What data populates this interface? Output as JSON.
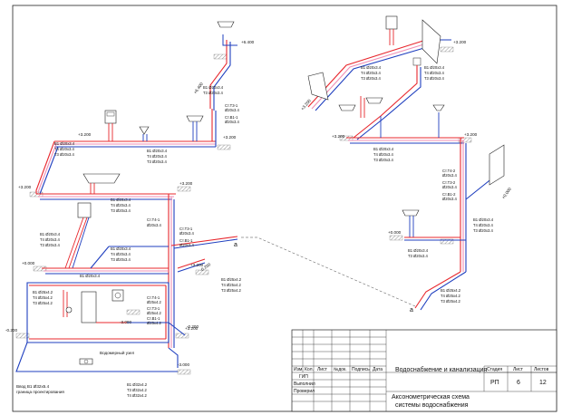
{
  "colors": {
    "cold_water": "#1f3fbf",
    "hot_water": "#e8282e",
    "recirc": "#f08fb4",
    "frame": "#222222",
    "hatch": "#888888"
  },
  "elevations": {
    "e1": "+6.400",
    "e2": "+6.400",
    "e3": "+3.200",
    "e4": "+3.200",
    "e5": "+3.200",
    "e6": "+3.200",
    "e7": "+3.200",
    "e8": "+0.000",
    "e9": "-0.200",
    "e10": "-3.000",
    "e11": "-0.200",
    "e12": "-3.000",
    "e13": "+3.200",
    "e14": "+3.200",
    "e15": "+3.200",
    "e16": "+3.200",
    "e17": "+3.200",
    "e18": "+0.000",
    "e19": "+0.000",
    "e20": "-0.200"
  },
  "pipe_labels": {
    "l1": [
      "Ст.Т3-1",
      "Ø20х3.4",
      "Ст.В1-1",
      "Ø20х3.4"
    ],
    "l2": [
      "В1 Ø20х3.4",
      "Т3 Ø20х3.4"
    ],
    "l3": [
      "В1 Ø20х3.4",
      "Т4 Ø20х3.4",
      "Т3 Ø20х3.4"
    ],
    "l4": [
      "В1 Ø20х3.4",
      "Т4 Ø20х3.4",
      "Т3 Ø20х3.4"
    ],
    "l5": [
      "В1 Ø20х3.4",
      "Т4 Ø20х3.4",
      "Т3 Ø20х3.4"
    ],
    "l6": [
      "Ст.Т4-1",
      "Ø20х3.4"
    ],
    "l7": [
      "Ст.Т3-1",
      "Ø20х3.4",
      "Ст.В1-1",
      "Ø20х3.4"
    ],
    "l8": [
      "В1 Ø20х3.4",
      "Т4 Ø20х3.4",
      "Т3 Ø20х3.4"
    ],
    "l9": [
      "В1 Ø20х3.4",
      "Т4 Ø20х3.4",
      "Т3 Ø20х3.4"
    ],
    "l10": [
      "В1 Ø20х3.4"
    ],
    "l11": [
      "В1 Ø25х4.2",
      "Т4 Ø25х4.2",
      "Т3 Ø25х4.2"
    ],
    "l12": [
      "В1 Ø25х4.2",
      "Т4 Ø25х4.2",
      "Т3 Ø25х4.2"
    ],
    "l13": [
      "Ст.Т4-1",
      "Ø25х4.2",
      "Ст.Т3-1",
      "Ø25х4.2",
      "Ст.В1-1",
      "Ø25х4.2"
    ],
    "l14": [
      "В1 Ø32х4.2",
      "Т3 Ø32х4.2",
      "Т4 Ø32х4.2"
    ],
    "l15": [
      "В1 Ø20х3.4",
      "Т4 Ø20х3.4",
      "Т3 Ø20х3.4"
    ],
    "l16": [
      "В1 Ø20х3.4",
      "Т4 Ø20х3.4",
      "Т3 Ø20х3.4"
    ],
    "l17": [
      "В1 Ø20х3.4",
      "Т4 Ø20х3.4",
      "Т3 Ø20х3.4"
    ],
    "l18": [
      "Ст.Т4-2",
      "Ø20х3.4",
      "Ст.Т3-2",
      "Ø20х3.4",
      "Ст.В1-2",
      "Ø20х3.4"
    ],
    "l19": [
      "В1 Ø20х3.4",
      "Т4 Ø20х3.4",
      "Т3 Ø20х3.4"
    ],
    "l20": [
      "В1 Ø20х3.4",
      "Т3 Ø20х3.4"
    ],
    "l21": [
      "В1 Ø25х4.2",
      "Т4 Ø25х4.2",
      "Т3 Ø25х4.2"
    ]
  },
  "annotations": {
    "node": "Водомерный узел",
    "input": [
      "Ввод В1 Ø32х5.4",
      "граница проектирования"
    ],
    "mark_a1": "а",
    "mark_a2": "а"
  },
  "title_block": {
    "col_headers": [
      "Изм.",
      "Кол.",
      "Лист",
      "№док.",
      "Подпись",
      "Дата"
    ],
    "roles": [
      "ГИП",
      "Выполнил",
      "Проверил"
    ],
    "project_title": "Водоснабжение и канализация",
    "drawing_title": "Аксонометрическая схема системы водоснабжения",
    "stage_header": "Стадия",
    "sheet_header": "Лист",
    "sheets_header": "Листов",
    "stage": "РП",
    "sheet": "6",
    "sheets": "12"
  }
}
